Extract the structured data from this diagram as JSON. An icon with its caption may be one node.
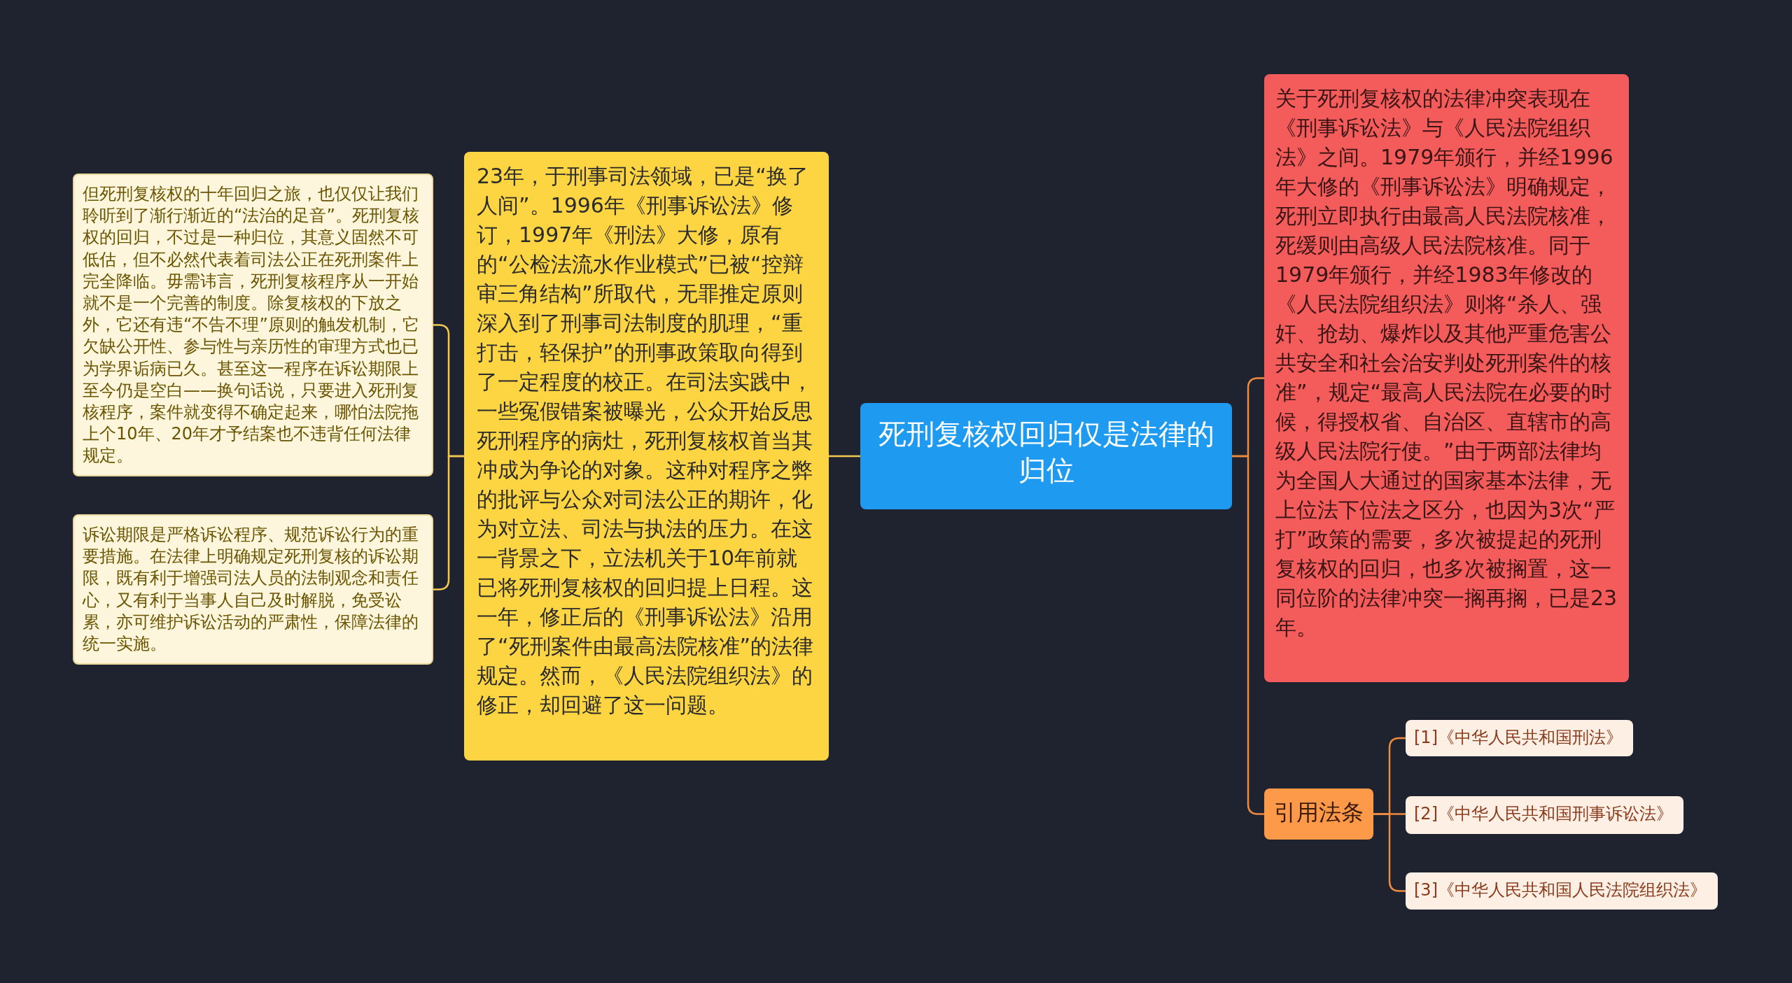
{
  "diagram": {
    "nodes": [
      {
        "text": [
          "死刑复核权回归仅是法律的归位"
        ]
      },
      {
        "text": [
          "23年，于刑事司法领域，已是“换了人间”。1996年《刑事诉讼法》修订，1997年《刑法》大修，原有的“公检法流水作业模式”已被“控辩审三角结构”所取代，无罪推定原则深入到了刑事司法制度的肌理，“重打击，轻保护”的刑事政策取向得到了一定程度的校正。在司法实践中，一些冤假错案被曝光，公众开始反思死刑程序的病灶，死刑复核权首当其冲成为争论的对象。这种对程序之弊的批评与公众对司法公正的期许，化为对立法、司法与执法的压力。在这一背景之下，立法机关于10年前就已将死刑复核权的回归提上日程。这一年，修正后的《刑事诉讼法》沿用了“死刑案件由最高法院核准”的法律规定。然而，《人民法院组织法》的修正，却回避了这一问题。"
        ]
      },
      {
        "text": [
          "但死刑复核权的十年回归之旅，也仅仅让我们聆听到了渐行渐近的“法治的足音”。死刑复核权的回归，不过是一种归位，其意义固然不可低估，但不必然代表着司法公正在死刑案件上完全降临。毋需讳言，死刑复核程序从一开始就不是一个完善的制度。除复核权的下放之外，它还有违“不告不理”原则的触发机制，它欠缺公开性、参与性与亲历性的审理方式也已为学界诟病已久。甚至这一程序在诉讼期限上至今仍是空白——换句话说，只要进入死刑复核程序，案件就变得不确定起来，哪怕法院拖上个10年、20年才予结案也不违背任何法律规定。"
        ]
      },
      {
        "text": [
          "诉讼期限是严格诉讼程序、规范诉讼行为的重要措施。在法律上明确规定死刑复核的诉讼期限，既有利于增强司法人员的法制观念和责任心，又有利于当事人自己及时解脱，免受讼累，亦可维护诉讼活动的严肃性，保障法律的统一实施。"
        ]
      },
      {
        "text": [
          "关于死刑复核权的法律冲突表现在《刑事诉讼法》与《人民法院组织法》之间。1979年颁行，并经1996年大修的《刑事诉讼法》明确规定，死刑立即执行由最高人民法院核准，死缓则由高级人民法院核准。同于1979年颁行，并经1983年修改的《人民法院组织法》则将“杀人、强奸、抢劫、爆炸以及其他严重危害公共安全和社会治安判处死刑案件的核准”，规定“最高人民法院在必要的时候，得授权省、自治区、直辖市的高级人民法院行使。”由于两部法律均为全国人大通过的国家基本法律，无上位法下位法之区分，也因为3次“严打”政策的需要，多次被提起的死刑复核权的回归，也多次被搁置，这一同位阶的法律冲突一搁再搁，已是23年。"
        ]
      },
      {
        "text": [
          "引用法条"
        ]
      },
      {
        "text": [
          "[1]《中华人民共和国刑法》"
        ]
      },
      {
        "text": [
          "[2]《中华人民共和国刑事诉讼法》"
        ]
      },
      {
        "text": [
          "[3]《中华人民共和国人民法院组织法》"
        ]
      }
    ],
    "edges": [
      {
        "from": 0,
        "to": 1,
        "arrow": "none",
        "color": "#f2c94c"
      },
      {
        "from": 1,
        "to": 2,
        "arrow": "none",
        "color": "#f2c94c"
      },
      {
        "from": 1,
        "to": 3,
        "arrow": "none",
        "color": "#f2c94c"
      },
      {
        "from": 0,
        "to": 4,
        "arrow": "none"
      },
      {
        "from": 0,
        "to": 5,
        "arrow": "none"
      },
      {
        "from": 5,
        "to": 6,
        "arrow": "none"
      },
      {
        "from": 5,
        "to": 7,
        "arrow": "none"
      },
      {
        "from": 5,
        "to": 8,
        "arrow": "none"
      }
    ]
  }
}
